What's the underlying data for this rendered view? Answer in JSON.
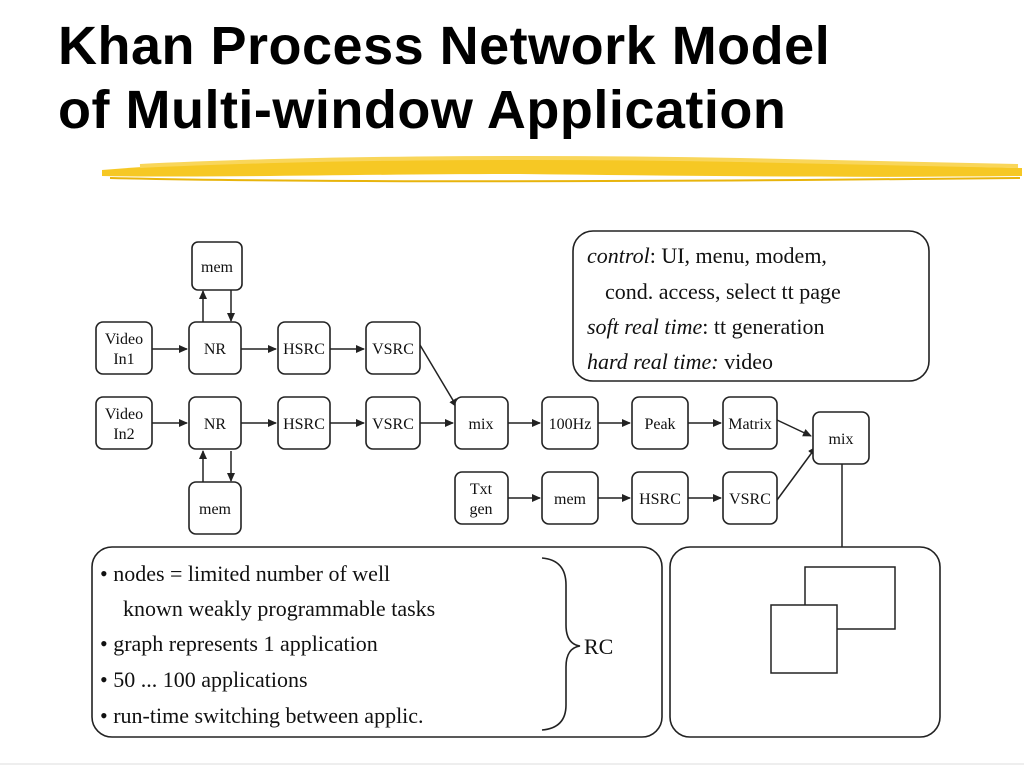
{
  "title": {
    "line1": "Khan Process Network Model",
    "line2": "of Multi-window Application"
  },
  "nodes": {
    "mem_top": "mem",
    "video_in1_a": "Video",
    "video_in1_b": "In1",
    "nr1": "NR",
    "hsrc1": "HSRC",
    "vsrc1": "VSRC",
    "video_in2_a": "Video",
    "video_in2_b": "In2",
    "nr2": "NR",
    "hsrc2": "HSRC",
    "vsrc2": "VSRC",
    "mem_bottom": "mem",
    "mix1": "mix",
    "hz100": "100Hz",
    "peak": "Peak",
    "matrix": "Matrix",
    "mix2": "mix",
    "txtgen_a": "Txt",
    "txtgen_b": "gen",
    "mem_txt": "mem",
    "hsrc3": "HSRC",
    "vsrc3": "VSRC"
  },
  "legend": {
    "l1_label": "control",
    "l1_rest": ": UI, menu, modem,",
    "l2": "cond. access, select tt page",
    "l3_label": "soft real time",
    "l3_rest": ": tt generation",
    "l4_label": "hard real time:",
    "l4_rest": " video"
  },
  "bullets": {
    "b1": "• nodes = limited number of well",
    "b1_cont": "known weakly programmable tasks",
    "b2": "• graph represents 1 application",
    "b3": "• 50 ... 100 applications",
    "b4": "• run-time switching between applic.",
    "brace_label": "RC"
  },
  "colors": {
    "text": "#111111",
    "stroke": "#222222",
    "highlight": "#f5c518"
  }
}
